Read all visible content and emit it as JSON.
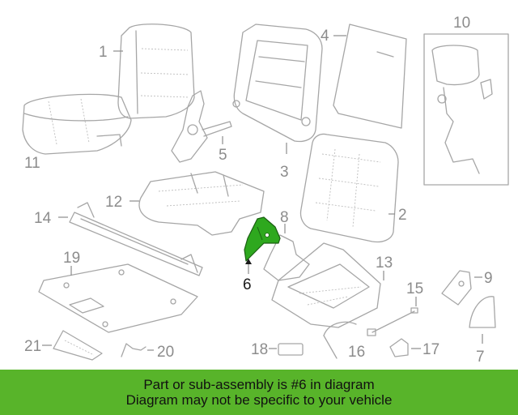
{
  "diagram": {
    "highlight_color": "#2ea81e",
    "callouts": {
      "c1": "1",
      "c2": "2",
      "c3": "3",
      "c4": "4",
      "c5": "5",
      "c6": "6",
      "c7": "7",
      "c8": "8",
      "c9": "9",
      "c10": "10",
      "c11": "11",
      "c12": "12",
      "c13": "13",
      "c14": "14",
      "c15": "15",
      "c16": "16",
      "c17": "17",
      "c18": "18",
      "c19": "19",
      "c20": "20",
      "c21": "21"
    }
  },
  "banner": {
    "color": "#58b42a",
    "line1": "Part or sub-assembly is #6 in diagram",
    "line2": "Diagram may not be specific to your vehicle"
  }
}
